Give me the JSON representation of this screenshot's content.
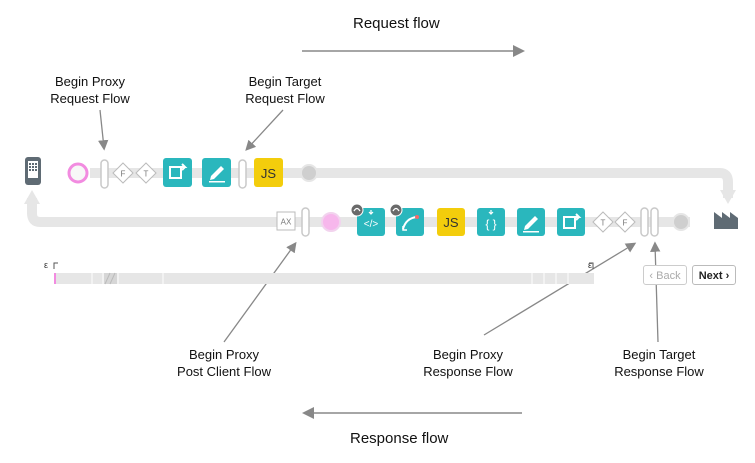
{
  "titles": {
    "request_flow": "Request flow",
    "response_flow": "Response flow"
  },
  "labels": {
    "begin_proxy_request": [
      "Begin Proxy",
      "Request Flow"
    ],
    "begin_target_request": [
      "Begin Target",
      "Request Flow"
    ],
    "begin_proxy_post_client": [
      "Begin Proxy",
      "Post Client Flow"
    ],
    "begin_proxy_response": [
      "Begin Proxy",
      "Response Flow"
    ],
    "begin_target_response": [
      "Begin Target",
      "Response Flow"
    ]
  },
  "condition_markers": {
    "false": "F",
    "true": "T"
  },
  "policy_labels": {
    "javascript": "JS",
    "analytics": "AX"
  },
  "nav": {
    "back": "Back",
    "next": "Next"
  },
  "timeline_marker": "ε",
  "colors": {
    "policy_teal": "#2ab7bd",
    "policy_js": "#f3cd0c",
    "flow_track": "#e6e6e6",
    "start_pink": "#f28be0"
  },
  "icons": [
    "mobile-client-icon",
    "factory-target-icon",
    "assign-message-icon",
    "edit-icon",
    "json-icon",
    "xml-icon",
    "javascript-icon"
  ]
}
